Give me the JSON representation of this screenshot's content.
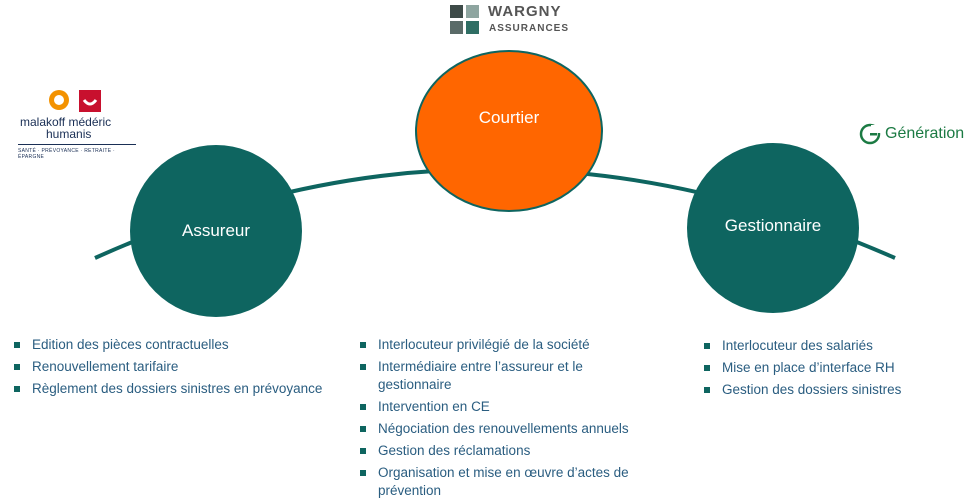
{
  "logos": {
    "wargny": {
      "name": "WARGNY",
      "subtitle": "ASSURANCES"
    },
    "malakoff": {
      "line1": "malakoff médéric",
      "line2": "humanis",
      "tagline": "SANTÉ · PRÉVOYANCE · RETRAITE · ÉPARGNE"
    },
    "generation": {
      "name": "Génération",
      "mark": "G"
    }
  },
  "nodes": {
    "assureur": {
      "label": "Assureur",
      "color": "#0e6560"
    },
    "courtier": {
      "label": "Courtier",
      "color": "#ff6600"
    },
    "gestionnaire": {
      "label": "Gestionnaire",
      "color": "#0e6560"
    }
  },
  "lists": {
    "assureur": [
      "Edition des pièces contractuelles",
      "Renouvellement tarifaire",
      "Règlement des dossiers sinistres en prévoyance"
    ],
    "courtier": [
      "Interlocuteur privilégié de la société",
      "Intermédiaire entre l’assureur et le gestionnaire",
      "Intervention en CE",
      "Négociation des renouvellements annuels",
      "Gestion des réclamations",
      "Organisation et mise en œuvre d’actes de prévention"
    ],
    "gestionnaire": [
      "Interlocuteur des salariés",
      "Mise en place d’interface RH",
      "Gestion des dossiers sinistres"
    ]
  },
  "colors": {
    "accent": "#ff6600",
    "teal": "#0e6560",
    "text": "#2a5d80"
  }
}
